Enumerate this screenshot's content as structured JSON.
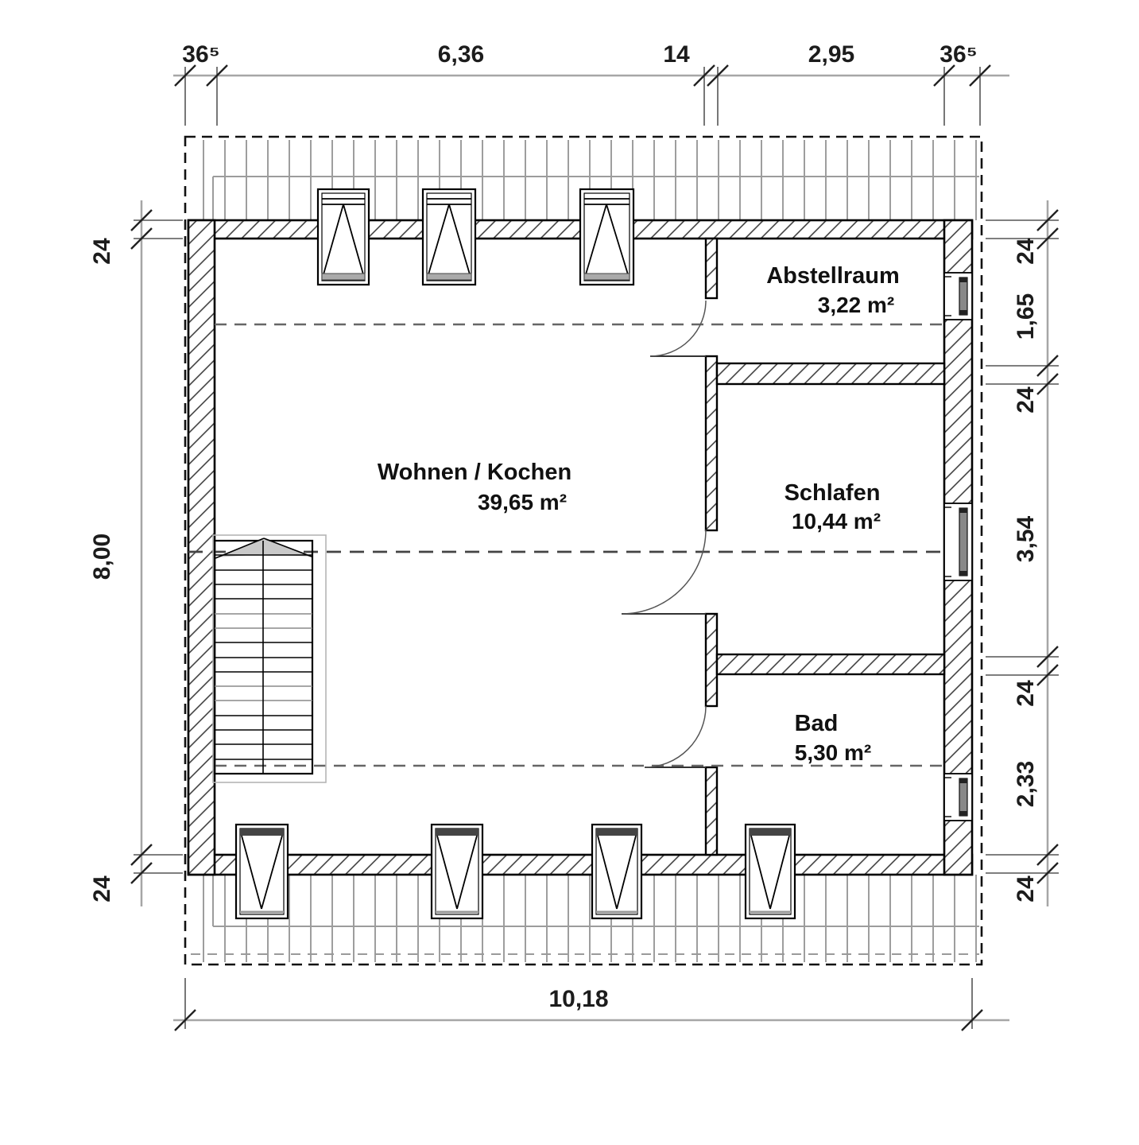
{
  "meta": {
    "drawing_type": "attic floor plan"
  },
  "rooms": {
    "wohnen": {
      "name": "Wohnen / Kochen",
      "area": "39,65 m²"
    },
    "abstellraum": {
      "name": "Abstellraum",
      "area": "3,22 m²"
    },
    "schlafen": {
      "name": "Schlafen",
      "area": "10,44 m²"
    },
    "bad": {
      "name": "Bad",
      "area": "5,30 m²"
    }
  },
  "dimensions": {
    "top": {
      "d1": "36⁵",
      "d2": "6,36",
      "d3": "14",
      "d4": "2,95",
      "d5": "36⁵"
    },
    "right": {
      "d1": "24",
      "d2": "1,65",
      "d3": "24",
      "d4": "3,54",
      "d5": "24",
      "d6": "2,33",
      "d7": "24"
    },
    "left": {
      "d1": "24",
      "d2": "8,00",
      "d3": "24"
    },
    "bottom": {
      "d1": "10,18"
    }
  },
  "colors": {
    "ink": "#1a1a1a",
    "dimension_line": "#a6a6a6",
    "witness_line": "#555555",
    "hatch": "#333333",
    "dashed_guide": "#666666"
  }
}
